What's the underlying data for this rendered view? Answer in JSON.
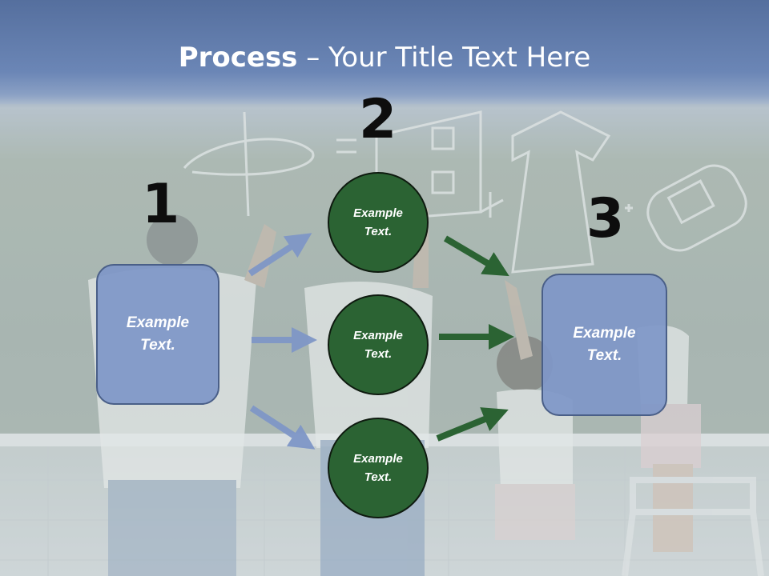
{
  "title": {
    "bold": "Process",
    "rest": " – Your Title Text Here"
  },
  "numbers": [
    "1",
    "2",
    "3"
  ],
  "left_box": {
    "text": "Example Text."
  },
  "circles": [
    {
      "text": "Example Text."
    },
    {
      "text": "Example Text."
    },
    {
      "text": "Example Text."
    }
  ],
  "right_box": {
    "text": "Example Text."
  },
  "colors": {
    "box_fill": "#7f97c7",
    "circle_fill": "#2b6333",
    "blue_arrow": "#7f97c7",
    "green_arrow": "#2b6333"
  }
}
